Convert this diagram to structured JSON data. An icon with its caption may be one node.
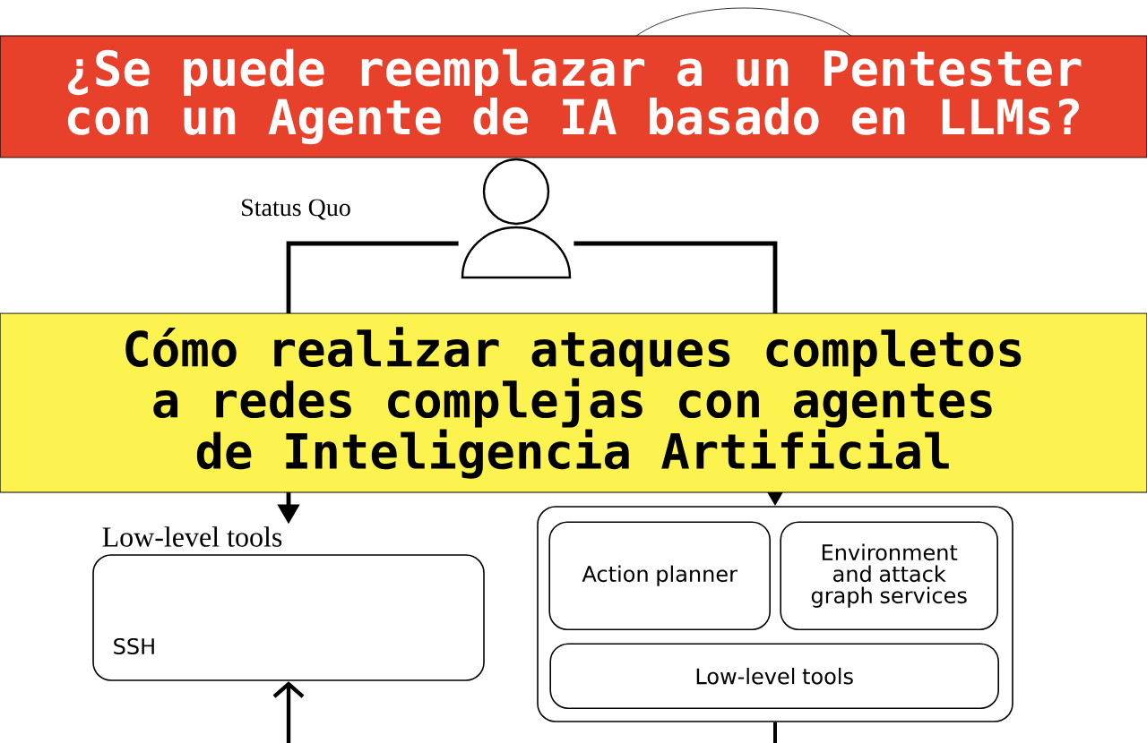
{
  "diagram": {
    "title": "¿Se puede reemplazar a un Pentester con un Agente de IA basado en LLMs?",
    "nodes": [
      {
        "text": [],
        "shape": "ellipse"
      },
      {
        "text": [],
        "shape": "person"
      },
      {
        "text": [
          "Low-level tools",
          "SSH"
        ]
      },
      {
        "text": [],
        "shape": "box"
      },
      {
        "text": [
          "Action planner"
        ],
        "in": 3
      },
      {
        "text": [
          "Environment and attack graph services"
        ],
        "in": 3
      },
      {
        "text": [
          "Low-level tools"
        ],
        "in": 3
      }
    ],
    "edges": [
      {
        "from": 1,
        "to": 2,
        "arrow": "to",
        "label": "Status Quo"
      },
      {
        "from": 1,
        "to": 3,
        "arrow": "to"
      },
      {
        "from": null,
        "to": 2,
        "arrow": "to"
      },
      {
        "from": 3,
        "to": null,
        "arrow": "none"
      }
    ],
    "labels": [
      "Cómo realizar ataques completos a redes complejas con agentes de Inteligencia Artificial"
    ]
  }
}
